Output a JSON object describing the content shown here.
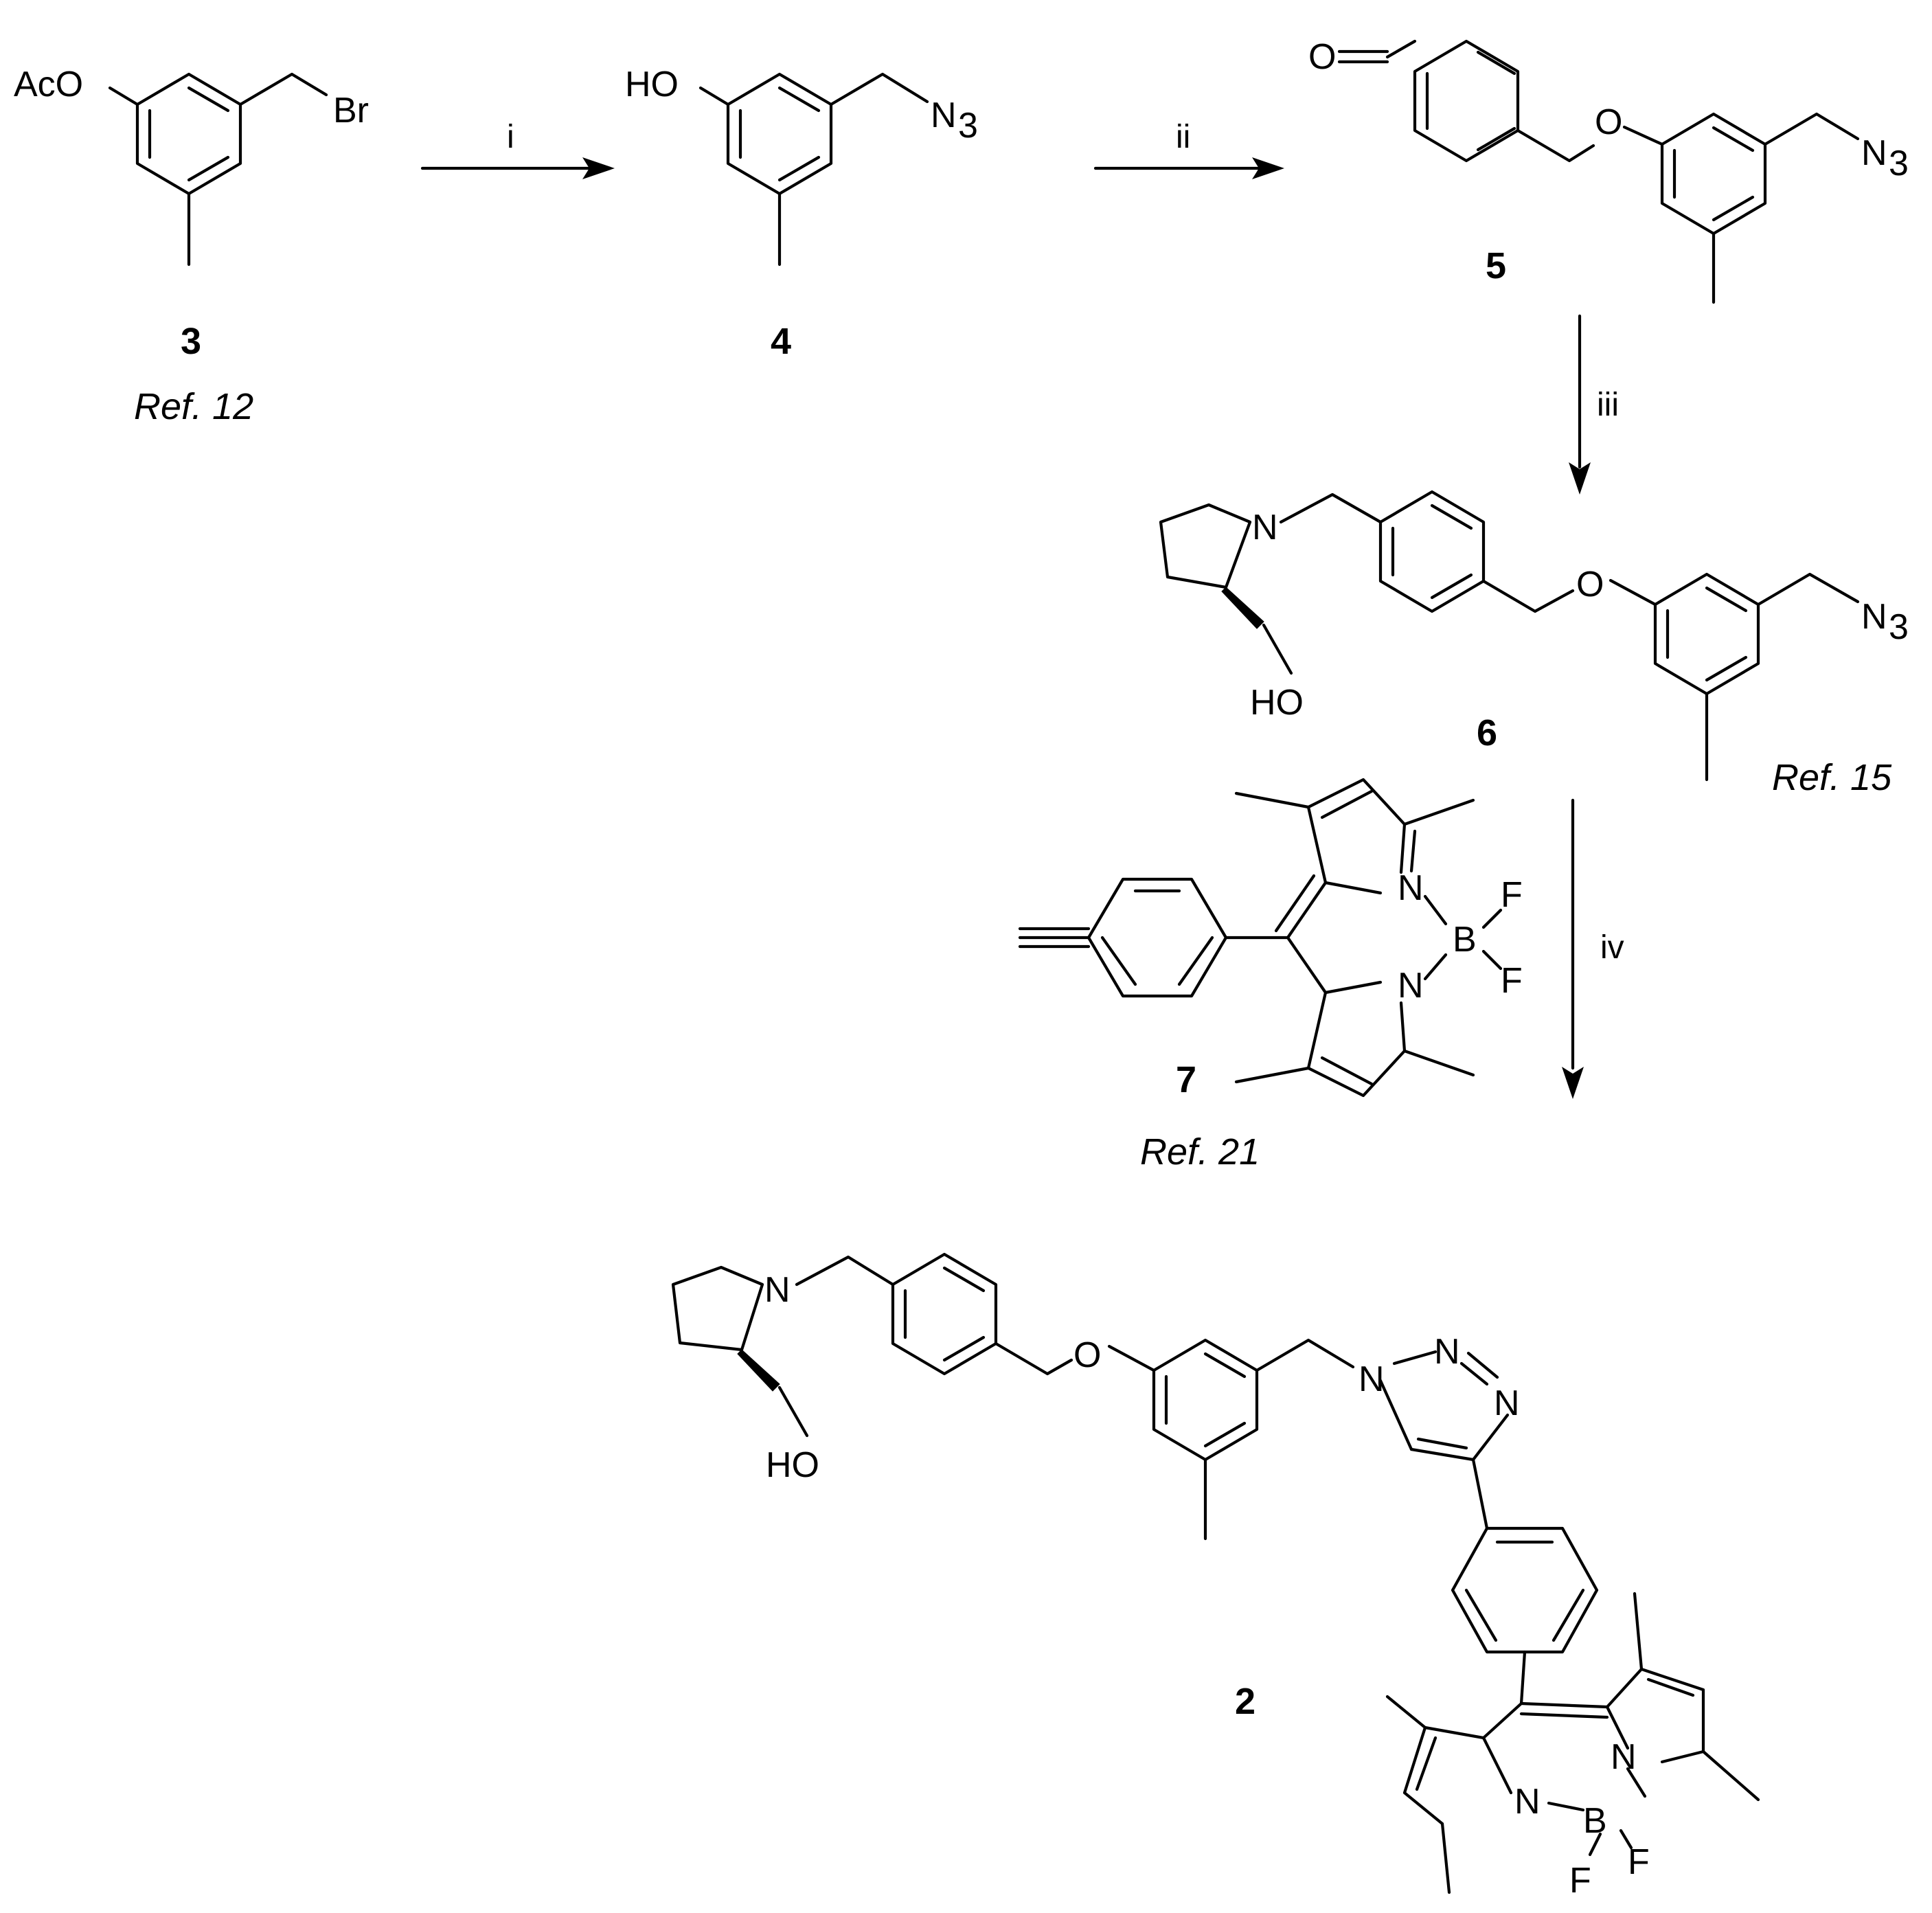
{
  "scheme": {
    "compounds": [
      {
        "id": "3",
        "ref": "Ref. 12",
        "atoms": [
          "AcO",
          "Br"
        ]
      },
      {
        "id": "4",
        "atoms": [
          "HO",
          "N",
          "3"
        ]
      },
      {
        "id": "5",
        "atoms": [
          "O",
          "O",
          "N",
          "3"
        ]
      },
      {
        "id": "6",
        "ref": "Ref. 15",
        "atoms": [
          "N",
          "HO",
          "O",
          "N",
          "3"
        ]
      },
      {
        "id": "7",
        "ref": "Ref. 21",
        "atoms": [
          "N",
          "N",
          "B",
          "F",
          "F"
        ]
      },
      {
        "id": "2",
        "atoms": [
          "N",
          "HO",
          "O",
          "N",
          "N",
          "N",
          "N",
          "N",
          "B",
          "F",
          "F"
        ]
      }
    ],
    "steps": [
      {
        "label": "i",
        "from": "3",
        "to": "4"
      },
      {
        "label": "ii",
        "from": "4",
        "to": "5"
      },
      {
        "label": "iii",
        "from": "5",
        "to": "6"
      },
      {
        "label": "iv",
        "from": "6",
        "to": "2"
      }
    ]
  },
  "colors": {
    "ink": "#000000",
    "background": "#ffffff"
  }
}
